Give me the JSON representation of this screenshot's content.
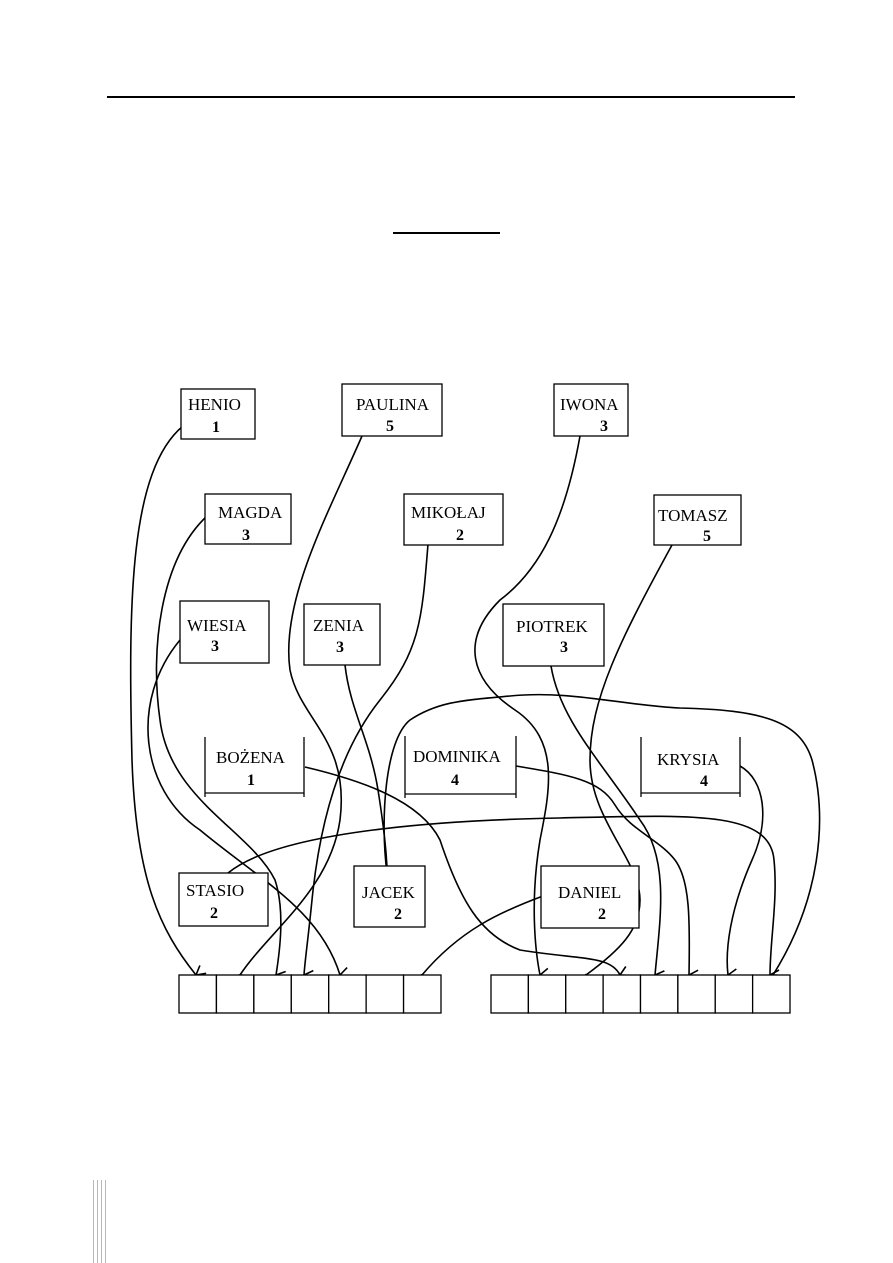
{
  "people": [
    {
      "id": "henio",
      "name": "HENIO",
      "number": "1"
    },
    {
      "id": "paulina",
      "name": "PAULINA",
      "number": "5"
    },
    {
      "id": "iwona",
      "name": "IWONA",
      "number": "3"
    },
    {
      "id": "magda",
      "name": "MAGDA",
      "number": "3"
    },
    {
      "id": "mikolaj",
      "name": "MIKOŁAJ",
      "number": "2"
    },
    {
      "id": "tomasz",
      "name": "TOMASZ",
      "number": "5"
    },
    {
      "id": "wiesia",
      "name": "WIESIA",
      "number": "3"
    },
    {
      "id": "zenia",
      "name": "ZENIA",
      "number": "3"
    },
    {
      "id": "piotrek",
      "name": "PIOTREK",
      "number": "3"
    },
    {
      "id": "bozena",
      "name": "BOŻENA",
      "number": "1"
    },
    {
      "id": "dominika",
      "name": "DOMINIKA",
      "number": "4"
    },
    {
      "id": "krysia",
      "name": "KRYSIA",
      "number": "4"
    },
    {
      "id": "stasio",
      "name": "STASIO",
      "number": "2"
    },
    {
      "id": "jacek",
      "name": "JACEK",
      "number": "2"
    },
    {
      "id": "daniel",
      "name": "DANIEL",
      "number": "2"
    }
  ],
  "slot_rows": [
    {
      "id": "left-slots",
      "count": 7
    },
    {
      "id": "right-slots",
      "count": 8
    }
  ]
}
